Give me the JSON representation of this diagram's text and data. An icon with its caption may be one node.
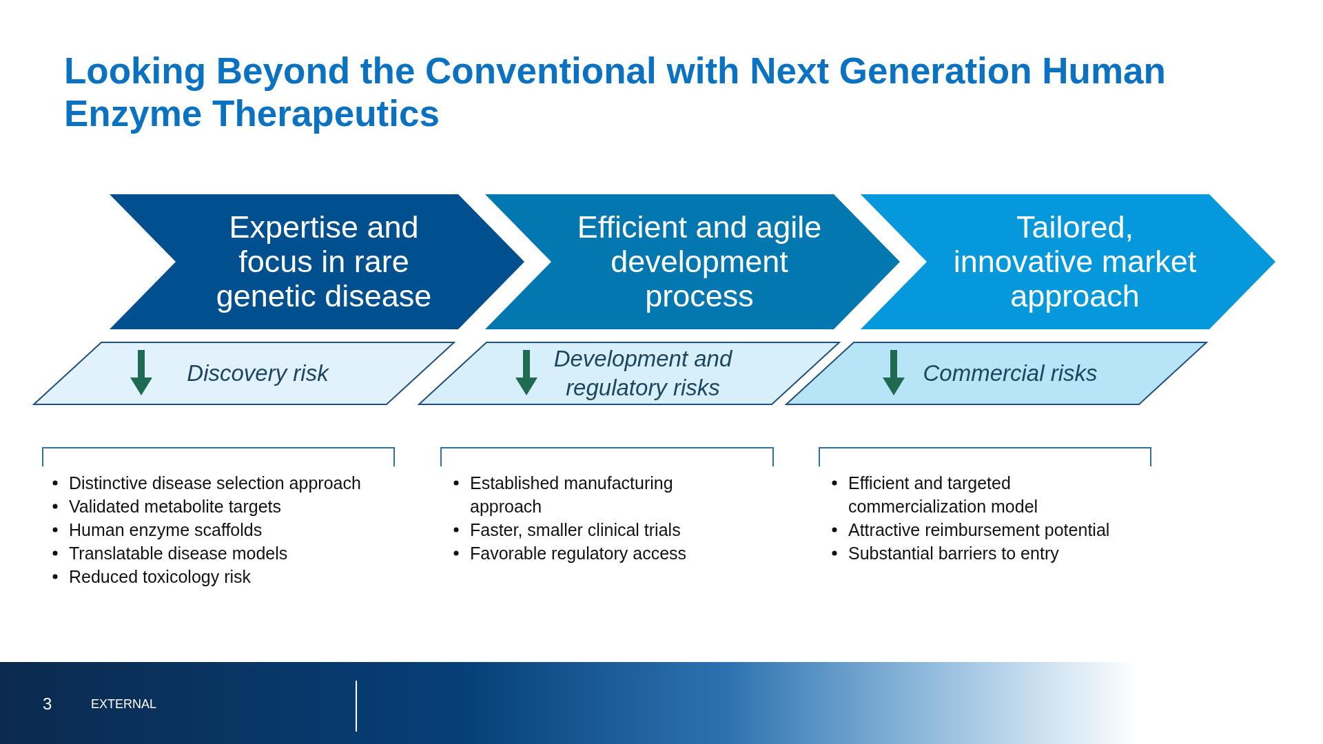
{
  "diagram": {
    "title": "Looking Beyond the Conventional with Next Generation Human Enzyme Therapeutics",
    "nodes": [
      {
        "text": [
          "Expertise and focus in rare genetic disease"
        ]
      },
      {
        "text": [
          "Efficient and agile development process"
        ]
      },
      {
        "text": [
          "Tailored, innovative market approach"
        ]
      },
      {
        "text": [
          "Discovery risk"
        ]
      },
      {
        "text": [
          "Development and regulatory risks"
        ]
      },
      {
        "text": [
          "Commercial risks"
        ]
      }
    ],
    "edges": [],
    "labels": [
      "Distinctive disease selection approach",
      "Validated metabolite targets",
      "Human enzyme scaffolds",
      "Translatable disease models",
      "Reduced toxicology risk",
      "Established manufacturing approach",
      "Faster, smaller clinical trials",
      "Favorable regulatory access",
      "Efficient and targeted commercialization model",
      "Attractive reimbursement potential",
      "Substantial barriers to entry",
      "3",
      "EXTERNAL"
    ]
  }
}
